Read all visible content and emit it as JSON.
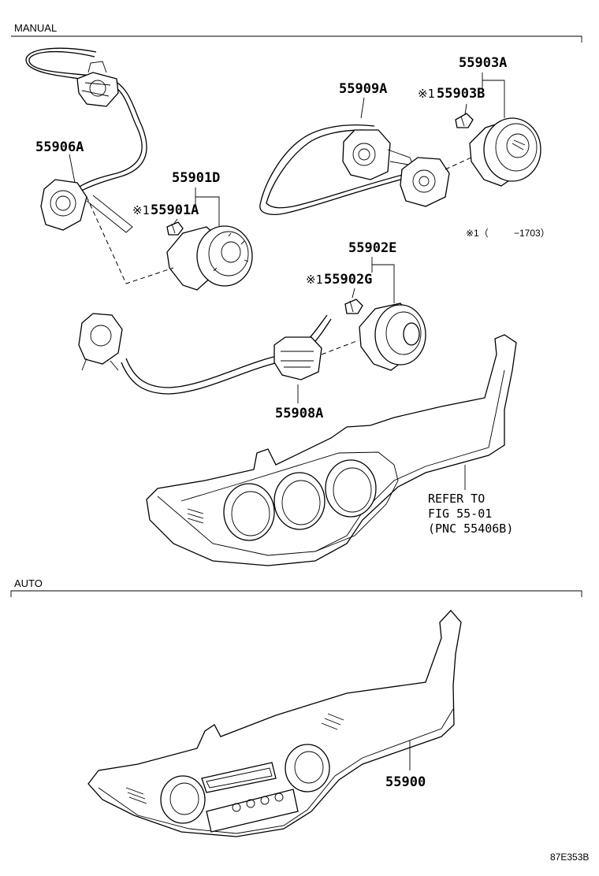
{
  "sections": {
    "manual": "MANUAL",
    "auto": "AUTO"
  },
  "labels": {
    "p55903A": "55903A",
    "p55903B": "55903B",
    "p55909A": "55909A",
    "p55906A": "55906A",
    "p55901D": "55901D",
    "p55901A": "55901A",
    "p55902E": "55902E",
    "p55902G": "55902G",
    "p55908A": "55908A",
    "p55900": "55900"
  },
  "marks": {
    "note_mark": "※1"
  },
  "note": {
    "prefix": "※1（",
    "suffix": "−1703）"
  },
  "refer": {
    "line1": "REFER TO",
    "line2": "FIG 55-01",
    "line3": "(PNC 55406B)"
  },
  "figure_code": "87E353B"
}
